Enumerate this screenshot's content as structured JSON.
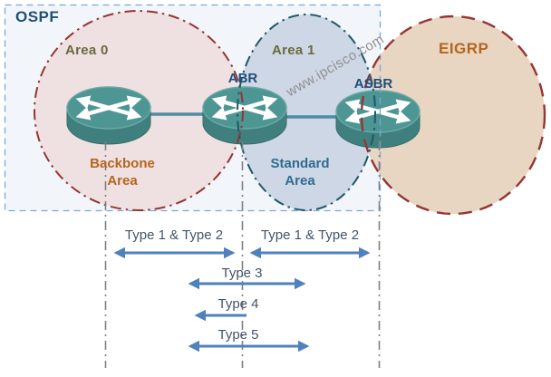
{
  "ospf": {
    "label": "OSPF"
  },
  "eigrp": {
    "label": "EIGRP"
  },
  "areas": [
    {
      "label": "Area 0",
      "zone_name": "Backbone Area"
    },
    {
      "label": "Area 1",
      "zone_name": "Standard Area"
    }
  ],
  "routers": [
    {
      "label": "ABR"
    },
    {
      "label": "ASBR"
    }
  ],
  "watermark": "www.ipcisco.com",
  "lsa_types": [
    {
      "label": "Type 1 & Type 2",
      "region": "Area 0",
      "direction": "both"
    },
    {
      "label": "Type 1 & Type 2",
      "region": "Area 1",
      "direction": "both"
    },
    {
      "label": "Type 3",
      "region": "Area 0 - Area 1",
      "direction": "both"
    },
    {
      "label": "Type 4",
      "region": "toward Area 0",
      "direction": "left"
    },
    {
      "label": "Type 5",
      "region": "Area 0 - Area 1",
      "direction": "both"
    }
  ],
  "colors": {
    "ospf_text": "#1f4e79",
    "eigrp_text": "#b5651d",
    "area_label_text": "#6a6a3d",
    "backbone_text": "#b5651d",
    "standard_text": "#2d6d8e",
    "router_label_text": "#1f4e79",
    "lsa_text": "#44546a",
    "arrow": "#4f81bd",
    "ospf_box_border": "#7da7d8",
    "ospf_box_fill": "#f2f6fb",
    "area0_fill": "#efe1e1",
    "area0_border": "#943634",
    "area1_fill": "#ced7e5",
    "area1_border": "#205867",
    "eigrp_fill": "#e8d6c2",
    "eigrp_border": "#943634",
    "router_body": "#3f807e",
    "router_top": "#4e9694",
    "boundary_line": "#7f7f7f",
    "link_line": "#4e8ca6"
  }
}
